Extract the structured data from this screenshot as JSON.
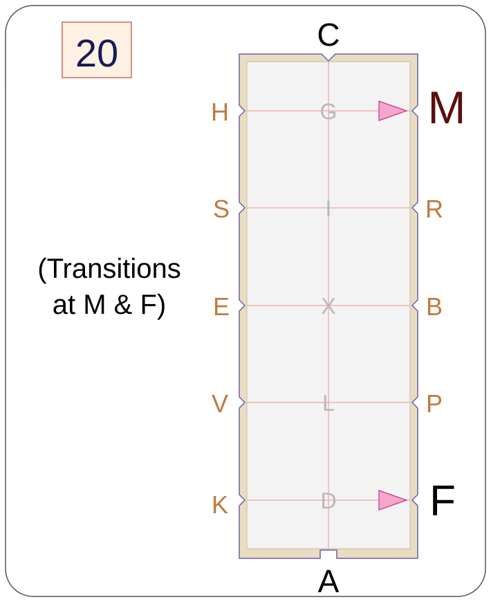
{
  "card_number": "20",
  "note": [
    "(Transitions",
    "at M & F)"
  ],
  "letters": {
    "top": "C",
    "bottom": "A",
    "centerline": [
      "G",
      "I",
      "X",
      "L",
      "D"
    ],
    "left": [
      "H",
      "S",
      "E",
      "V",
      "K"
    ],
    "right": [
      "M",
      "R",
      "B",
      "P",
      "F"
    ]
  },
  "transition_markers": [
    "M",
    "F"
  ],
  "colors": {
    "arena_fill": "#f3f3f3",
    "arena_border": "#e8ddc3",
    "outer_line": "#6b5fa6",
    "guide_line": "#f3a3a3",
    "side_letter": "#c07a3d",
    "center_letter": "#b8b8b8",
    "marker_fill": "#f6a5cf",
    "marker_stroke": "#c0397a",
    "m_letter": "#5b0e0e",
    "number_text": "#1a1a55",
    "number_bg": "#fdf1e4",
    "number_border": "#c96b5a"
  }
}
